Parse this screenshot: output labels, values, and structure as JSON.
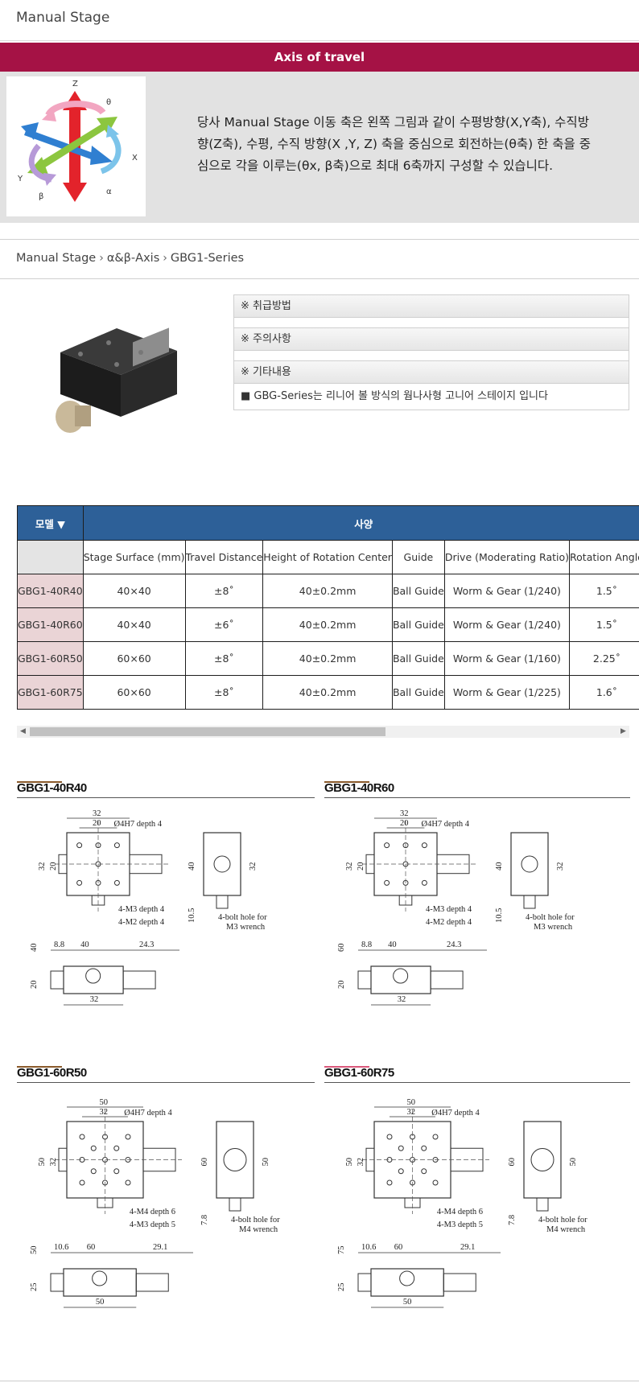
{
  "page": {
    "title": "Manual Stage"
  },
  "axis": {
    "banner": "Axis of travel",
    "description": "당사 Manual Stage 이동 축은 왼쪽 그림과 같이 수평방향(X,Y축), 수직방향(Z축), 수평, 수직 방향(X ,Y, Z) 축을 중심으로 회전하는(θ축) 한 축을 중심으로 각을 이루는(θx, β축)으로 최대 6축까지 구성할 수 있습니다.",
    "labels": {
      "z": "Z",
      "theta": "θ",
      "x": "X",
      "y": "Y",
      "beta": "β",
      "alpha": "α"
    }
  },
  "breadcrumb": {
    "items": [
      "Manual Stage",
      "α&β-Axis",
      "GBG1-Series"
    ]
  },
  "notes": {
    "handling": "※ 취급방법",
    "caution": "※ 주의사항",
    "other": "※ 기타내용",
    "description": "■  GBG-Series는 리니어 볼 방식의 웜나사형 고니어 스테이지 입니다"
  },
  "table": {
    "model_header": "모델 ▼",
    "spec_header": "사양",
    "columns": [
      "Stage Surface (mm)",
      "Travel Distance",
      "Height of Rotation Center",
      "Guide",
      "Drive (Moderating Ratio)",
      "Rotation Angle"
    ],
    "rows": [
      {
        "model": "GBG1-40R40",
        "values": [
          "40×40",
          "±8˚",
          "40±0.2mm",
          "Ball Guide",
          "Worm & Gear (1/240)",
          "1.5˚"
        ]
      },
      {
        "model": "GBG1-40R60",
        "values": [
          "40×40",
          "±6˚",
          "40±0.2mm",
          "Ball Guide",
          "Worm & Gear (1/240)",
          "1.5˚"
        ]
      },
      {
        "model": "GBG1-60R50",
        "values": [
          "60×60",
          "±8˚",
          "40±0.2mm",
          "Ball Guide",
          "Worm & Gear (1/160)",
          "2.25˚"
        ]
      },
      {
        "model": "GBG1-60R75",
        "values": [
          "60×60",
          "±8˚",
          "40±0.2mm",
          "Ball Guide",
          "Worm & Gear (1/225)",
          "1.6˚"
        ]
      }
    ],
    "scroll_position": 0
  },
  "drawings": [
    {
      "title": "GBG1-40R40",
      "dims": {
        "top_outer": "32",
        "top_inner": "20",
        "side_outer": "32",
        "side_inner": "20",
        "side_height": "40",
        "right_height": "32",
        "foot": "10.5",
        "front_height": "40",
        "front_offset": "20",
        "left_ext": "8.8",
        "mid": "40",
        "right_ext": "24.3",
        "bottom": "32"
      },
      "notes": {
        "hole": "Ø4H7 depth 4",
        "tap1": "4-M3 depth 4",
        "tap2": "4-M2 depth 4",
        "bolt": "4-bolt hole for",
        "bolt2": "M3 wrench"
      }
    },
    {
      "title": "GBG1-40R60",
      "dims": {
        "top_outer": "32",
        "top_inner": "20",
        "side_outer": "32",
        "side_inner": "20",
        "side_height": "40",
        "right_height": "32",
        "foot": "10.5",
        "front_height": "60",
        "front_offset": "20",
        "left_ext": "8.8",
        "mid": "40",
        "right_ext": "24.3",
        "bottom": "32"
      },
      "notes": {
        "hole": "Ø4H7 depth 4",
        "tap1": "4-M3 depth 4",
        "tap2": "4-M2 depth 4",
        "bolt": "4-bolt hole for",
        "bolt2": "M3 wrench"
      }
    },
    {
      "title": "GBG1-60R50",
      "dims": {
        "top_outer": "50",
        "top_inner": "32",
        "side_outer": "50",
        "side_inner": "32",
        "side_height": "60",
        "right_height": "50",
        "foot": "7.8",
        "front_height": "50",
        "front_offset": "25",
        "left_ext": "10.6",
        "mid": "60",
        "right_ext": "29.1",
        "bottom": "50"
      },
      "notes": {
        "hole": "Ø4H7 depth 4",
        "tap1": "4-M4 depth 6",
        "tap2": "4-M3 depth 5",
        "bolt": "4-bolt hole for",
        "bolt2": "M4 wrench"
      }
    },
    {
      "title": "GBG1-60R75",
      "dims": {
        "top_outer": "50",
        "top_inner": "32",
        "side_outer": "50",
        "side_inner": "32",
        "side_height": "60",
        "right_height": "50",
        "foot": "7.8",
        "front_height": "75",
        "front_offset": "25",
        "left_ext": "10.6",
        "mid": "60",
        "right_ext": "29.1",
        "bottom": "50"
      },
      "notes": {
        "hole": "Ø4H7 depth 4",
        "tap1": "4-M4 depth 6",
        "tap2": "4-M3 depth 5",
        "bolt": "4-bolt hole for",
        "bolt2": "M4 wrench"
      }
    }
  ],
  "colors": {
    "banner": "#a51245",
    "table_header": "#2d6098",
    "model_cell": "#ead4d6",
    "accent_brown": "#8a5a2b",
    "accent_pink": "#d9577a"
  }
}
